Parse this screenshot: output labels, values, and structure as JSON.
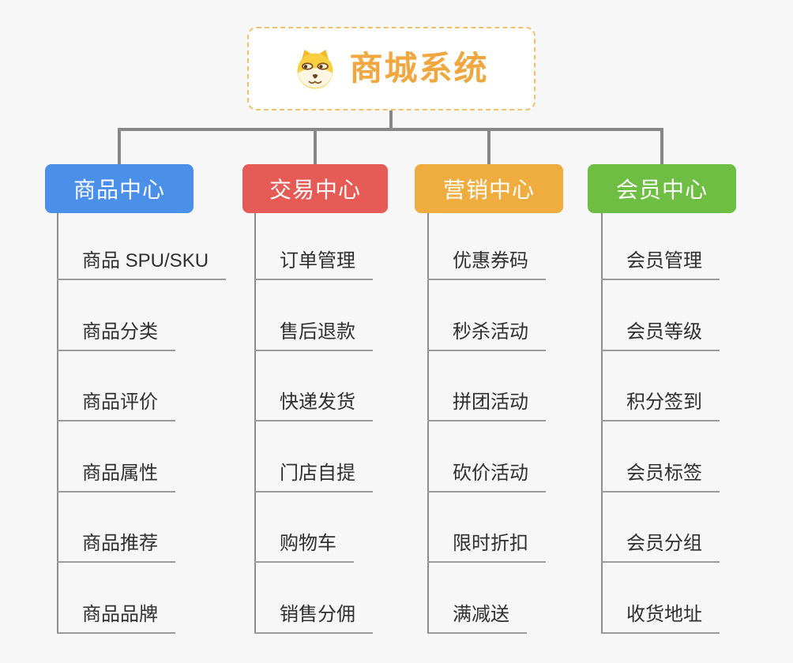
{
  "root": {
    "title": "商城系统",
    "icon": "dog-face-icon",
    "accent_color": "#f1a73f",
    "border_color": "#f2c06b"
  },
  "connector_color": "#878787",
  "background_color": "#f7f7f7",
  "branches": [
    {
      "label": "商品中心",
      "color": "#4a8fe8",
      "items": [
        "商品 SPU/SKU",
        "商品分类",
        "商品评价",
        "商品属性",
        "商品推荐",
        "商品品牌"
      ]
    },
    {
      "label": "交易中心",
      "color": "#e65b55",
      "items": [
        "订单管理",
        "售后退款",
        "快递发货",
        "门店自提",
        "购物车",
        "销售分佣"
      ]
    },
    {
      "label": "营销中心",
      "color": "#efad40",
      "items": [
        "优惠券码",
        "秒杀活动",
        "拼团活动",
        "砍价活动",
        "限时折扣",
        "满减送"
      ]
    },
    {
      "label": "会员中心",
      "color": "#6fbe44",
      "items": [
        "会员管理",
        "会员等级",
        "积分签到",
        "会员标签",
        "会员分组",
        "收货地址"
      ]
    }
  ]
}
